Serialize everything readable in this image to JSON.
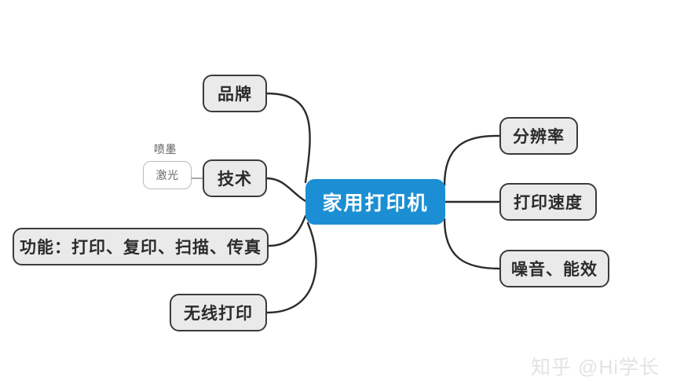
{
  "diagram": {
    "type": "mind-map",
    "title": "家用打印机",
    "background_color": "#ffffff",
    "central_node": {
      "id": "central",
      "label": "家用打印机",
      "fill": "#1c8fd4",
      "text_color": "#ffffff"
    },
    "node_style": {
      "fill": "#eaeaea",
      "border_color": "#3b3b3b",
      "text_color": "#2b2b2b",
      "edge_color": "#2b2b2b"
    },
    "branches": [
      {
        "id": "brand",
        "label": "品牌",
        "side": "left",
        "order": 1
      },
      {
        "id": "tech",
        "label": "技术",
        "side": "left",
        "order": 2
      },
      {
        "id": "function",
        "label": "功能：打印、复印、扫描、传真",
        "side": "left",
        "order": 3
      },
      {
        "id": "wireless",
        "label": "无线打印",
        "side": "left",
        "order": 4
      },
      {
        "id": "resolution",
        "label": "分辨率",
        "side": "right",
        "order": 1
      },
      {
        "id": "speed",
        "label": "打印速度",
        "side": "right",
        "order": 2
      },
      {
        "id": "noise",
        "label": "噪音、能效",
        "side": "right",
        "order": 3
      }
    ],
    "sub_nodes": [
      {
        "id": "laser",
        "parent": "tech",
        "label": "激光",
        "style": "boxed",
        "fill": "#ffffff",
        "text_color": "#6b6b6b"
      },
      {
        "id": "inkjet",
        "parent": "tech",
        "label": "喷墨",
        "style": "plain-text",
        "text_color": "#5a5a5a"
      }
    ],
    "watermark": {
      "text": "知乎 @Hi学长",
      "color": "#e3e3e6"
    }
  }
}
